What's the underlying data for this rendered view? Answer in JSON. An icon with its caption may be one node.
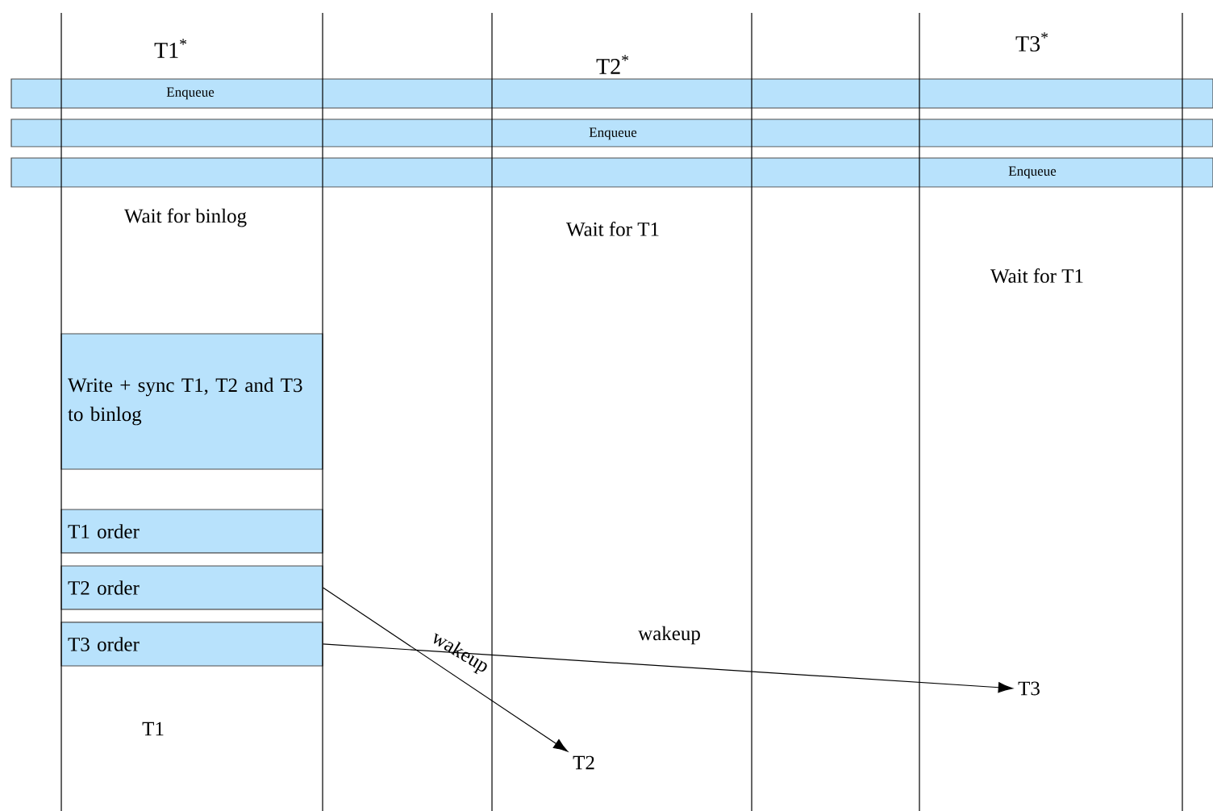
{
  "diagram": {
    "nodes": [
      {
        "text": [
          "Enqueue"
        ]
      },
      {
        "text": [
          "Enqueue"
        ]
      },
      {
        "text": [
          "Enqueue"
        ]
      },
      {
        "text": [
          "Write + sync T1, T2 and T3 to binlog"
        ]
      },
      {
        "text": [
          "T1 order"
        ]
      },
      {
        "text": [
          "T2 order"
        ]
      },
      {
        "text": [
          "T3 order"
        ]
      },
      {
        "text": [
          "T2"
        ]
      },
      {
        "text": [
          "T3"
        ]
      }
    ],
    "edges": [
      {
        "from": 5,
        "to": 7,
        "arrow": "to",
        "label": "wakeup"
      },
      {
        "from": 6,
        "to": 8,
        "arrow": "to",
        "label": "wakeup"
      }
    ],
    "labels": [
      "T1$^{*}$",
      "T2$^{*}$",
      "T3$^{*}$",
      "Wait for binlog",
      "Wait for T1",
      "Wait for T1",
      "T1"
    ]
  }
}
